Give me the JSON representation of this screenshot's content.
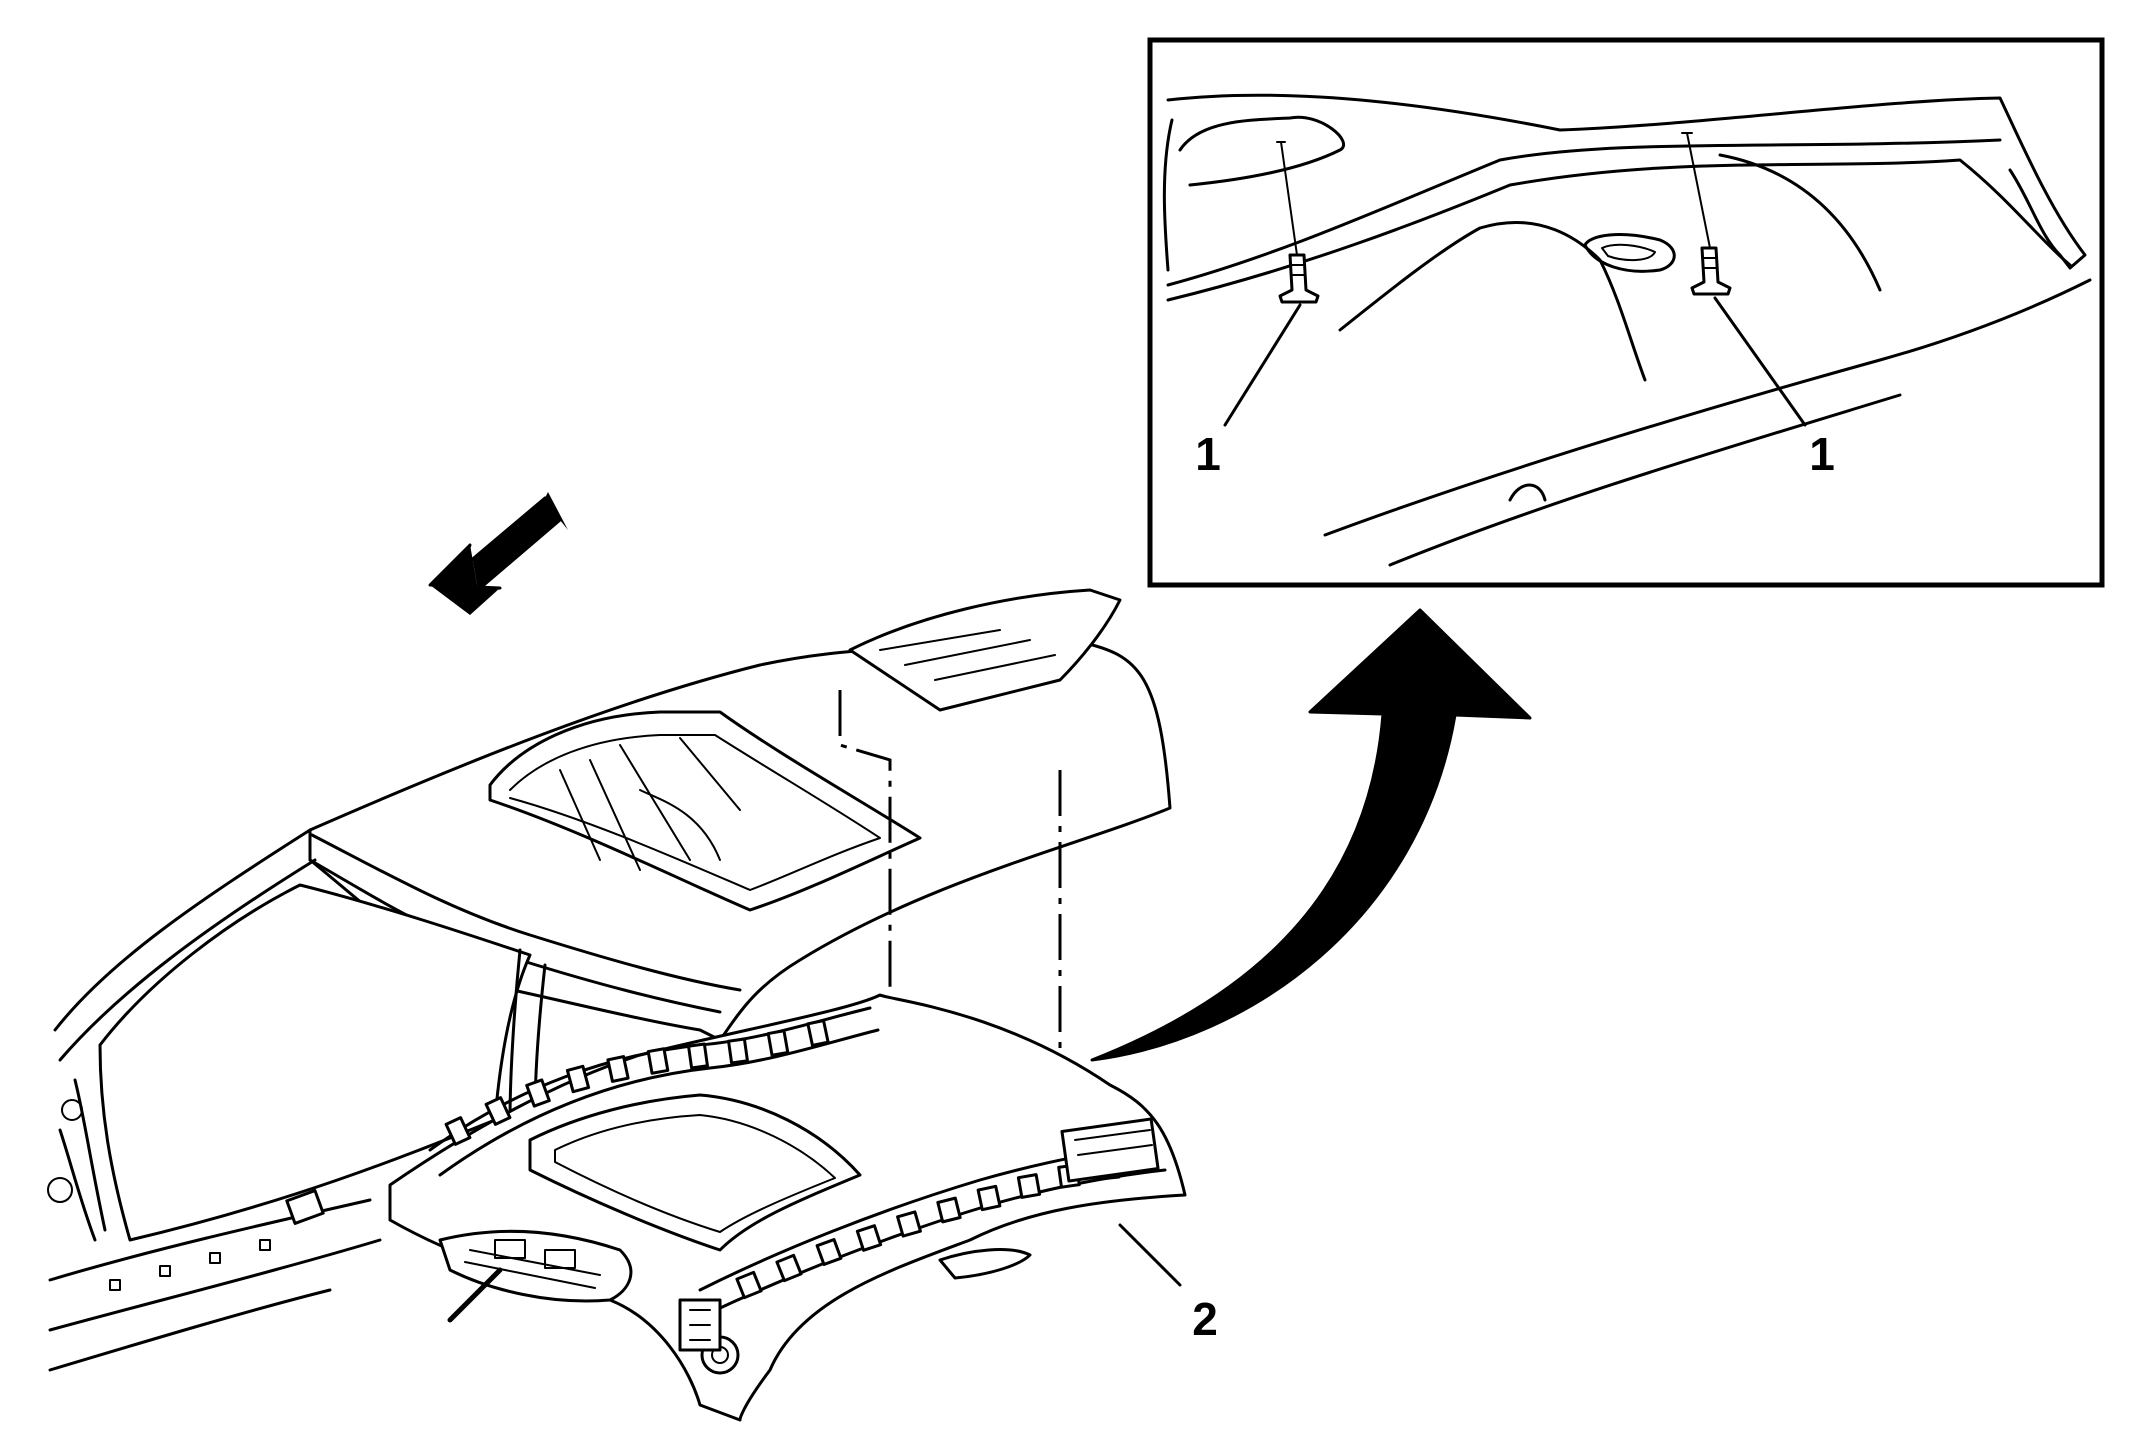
{
  "callouts": [
    {
      "id": "left-fastener",
      "text": "1"
    },
    {
      "id": "right-fastener",
      "text": "1"
    },
    {
      "id": "headliner",
      "text": "2"
    }
  ],
  "colors": {
    "line": "#000000",
    "background": "#ffffff"
  }
}
